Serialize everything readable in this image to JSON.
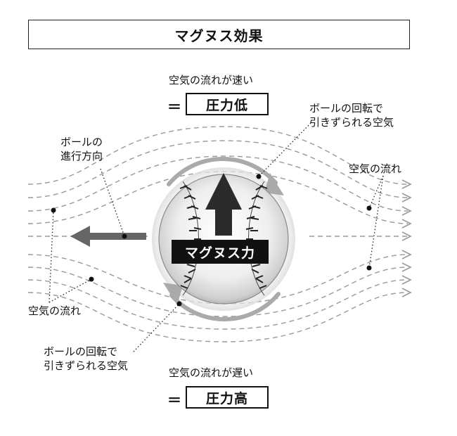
{
  "title": "マグヌス効果",
  "top": {
    "label": "空気の流れが速い",
    "equals": "＝",
    "pressure": "圧力低"
  },
  "bottom": {
    "label": "空気の流れが遅い",
    "equals": "＝",
    "pressure": "圧力高"
  },
  "labels": {
    "spin_drag_top": "ボールの回転で\n引きずられる空気",
    "direction": "ボールの\n進行方向",
    "airflow_right": "空気の流れ",
    "airflow_left": "空気の流れ",
    "spin_drag_bottom": "ボールの回転で\n引きずられる空気"
  },
  "force_label": "マグヌス力",
  "colors": {
    "stream_line": "#999999",
    "spin_arrow": "#aaaaaa",
    "direction_arrow": "#666666",
    "force_arrow": "#2b2b2b",
    "stitch": "#222222"
  }
}
